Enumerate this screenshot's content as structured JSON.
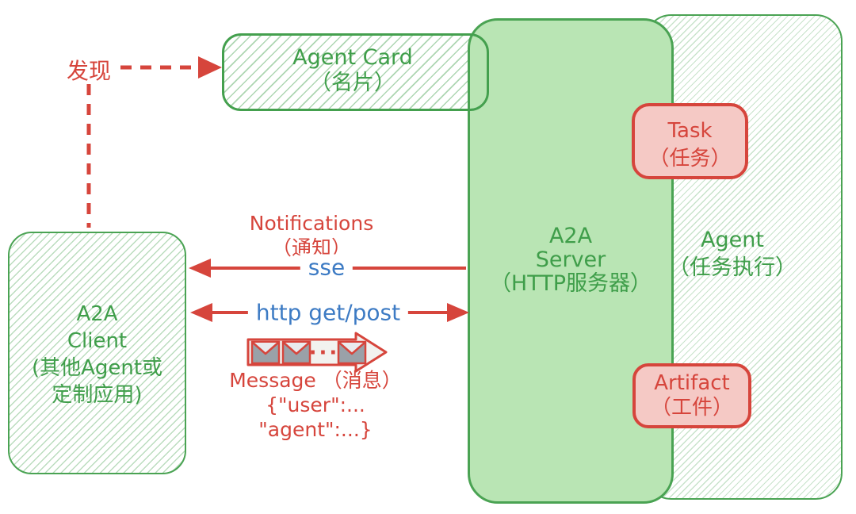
{
  "diagram": {
    "discover": {
      "label": "发现"
    },
    "agent_card": {
      "title": "Agent Card",
      "subtitle": "（名片）"
    },
    "client": {
      "lines": [
        "A2A",
        "Client",
        "(其他Agent或",
        "定制应用)"
      ]
    },
    "server": {
      "lines": [
        "A2A",
        "Server",
        "（HTTP服务器）"
      ]
    },
    "agent": {
      "lines": [
        "Agent",
        "（任务执行）"
      ]
    },
    "task": {
      "title": "Task",
      "subtitle": "（任务）"
    },
    "artifact": {
      "title": "Artifact",
      "subtitle": "（工件）"
    },
    "notifications": {
      "lines": [
        "Notifications",
        "（通知）"
      ],
      "protocol": "sse"
    },
    "http": {
      "label": "http get/post"
    },
    "message": {
      "dots": "···",
      "lines": [
        "Message （消息）",
        "{\"user\":...",
        "\"agent\":...}"
      ]
    },
    "colors": {
      "green_stroke": "#44a04e",
      "green_text": "#3f9e4a",
      "server_fill": "#b9e5b4",
      "red": "#d6453c",
      "pink_fill": "#f5c9c5",
      "blue": "#3d7bc4",
      "banner_fill": "#f2f2ef",
      "envelope_gray": "#9aa1a8"
    }
  }
}
